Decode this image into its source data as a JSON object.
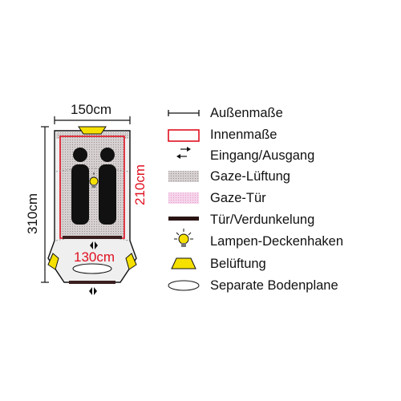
{
  "dimensions": {
    "outer_width": "150cm",
    "outer_length": "310cm",
    "inner_length": "210cm",
    "inner_width": "130cm"
  },
  "legend": [
    {
      "icon": "outer-dimension-line-icon",
      "label": "Außenmaße"
    },
    {
      "icon": "inner-dimension-rect-icon",
      "label": "Innenmaße"
    },
    {
      "icon": "entrance-exit-arrows-icon",
      "label": "Eingang/Ausgang"
    },
    {
      "icon": "mesh-vent-swatch-icon",
      "label": "Gaze-Lüftung"
    },
    {
      "icon": "mesh-door-swatch-icon",
      "label": "Gaze-Tür"
    },
    {
      "icon": "blackout-door-bar-icon",
      "label": "Tür/Verdunkelung"
    },
    {
      "icon": "lamp-hook-icon",
      "label": "Lampen-Deckenhaken"
    },
    {
      "icon": "vent-trapezoid-icon",
      "label": "Belüftung"
    },
    {
      "icon": "groundsheet-ellipse-icon",
      "label": "Separate Bodenplane"
    }
  ],
  "colors": {
    "inner_red": "#e01020",
    "mesh_grey": "#c8c0c0",
    "mesh_pink": "#f2c8e4",
    "vent_yellow": "#f5e000",
    "lamp_yellow": "#f5e000",
    "dark": "#111111"
  }
}
